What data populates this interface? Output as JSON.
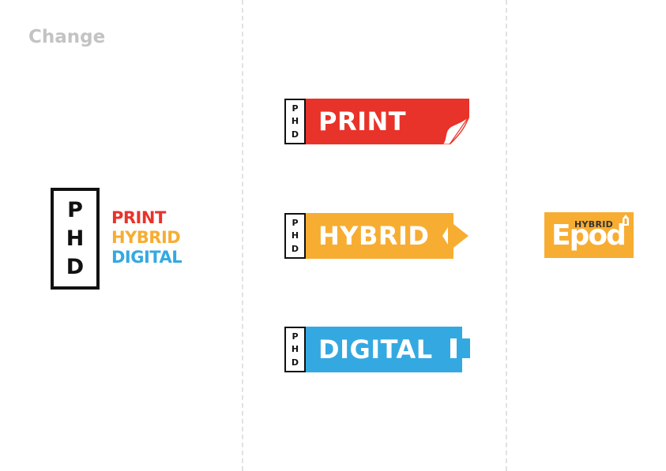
{
  "heading": "Change",
  "phd_letters": [
    "P",
    "H",
    "D"
  ],
  "main_logo": {
    "words": [
      "PRINT",
      "HYBRID",
      "DIGITAL"
    ]
  },
  "banners": {
    "print": "PRINT",
    "hybrid": "HYBRID",
    "digital": "DIGITAL"
  },
  "epod": {
    "small": "HYBRID",
    "main": "Epod"
  },
  "colors": {
    "red": "#e8332a",
    "orange": "#f7ad32",
    "blue": "#34a9e1",
    "heading_gray": "#c3c3c3",
    "ink": "#111111"
  }
}
